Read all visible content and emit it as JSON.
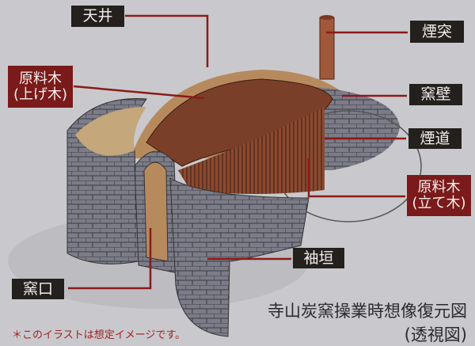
{
  "labels": {
    "tenjo": "天井",
    "genryo_age_1": "原料木",
    "genryo_age_2": "(上げ木)",
    "entotsu": "煙突",
    "kamakabe": "窯壁",
    "endo": "煙道",
    "genryo_tate_1": "原料木",
    "genryo_tate_2": "(立て木)",
    "sodegaki": "袖垣",
    "kamaguchi": "窯口"
  },
  "title_line1": "寺山炭窯操業時想像復元図",
  "title_line2": "(透視図)",
  "footnote": "＊このイラストは想定イメージです。",
  "colors": {
    "leader_line": "#8b1a1a",
    "label_bg": "#24201e",
    "label_red_bg": "#7a1a1a"
  }
}
